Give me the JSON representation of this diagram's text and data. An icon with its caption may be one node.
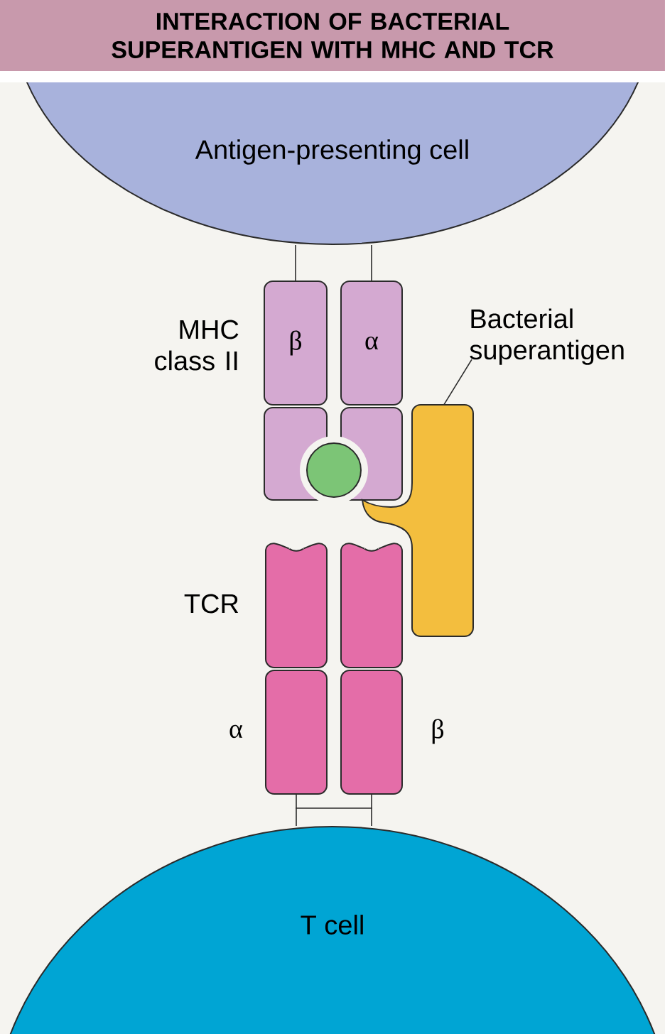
{
  "diagram": {
    "title": "INTERACTION OF BACTERIAL SUPERANTIGEN WITH MHC AND TCR",
    "nodes": [
      {
        "text": [
          "Antigen-presenting cell"
        ]
      },
      {
        "text": [
          "T cell"
        ]
      },
      {
        "text": [
          "β"
        ]
      },
      {
        "text": [
          "α"
        ]
      },
      {
        "text": [],
        "shape": "box"
      },
      {
        "text": [],
        "shape": "box"
      },
      {
        "text": [],
        "shape": "circle"
      },
      {
        "text": [],
        "shape": "box"
      },
      {
        "text": [
          "Bacterial superantigen"
        ]
      },
      {
        "text": [],
        "shape": "box"
      },
      {
        "text": [],
        "shape": "box"
      },
      {
        "text": [],
        "shape": "box"
      },
      {
        "text": [],
        "shape": "box"
      }
    ],
    "edges": [
      {
        "from": 0,
        "to": 2,
        "arrow": "none"
      },
      {
        "from": 0,
        "to": 3,
        "arrow": "none"
      },
      {
        "from": 11,
        "to": 1,
        "arrow": "none"
      },
      {
        "from": 12,
        "to": 1,
        "arrow": "none"
      },
      {
        "from": 8,
        "to": 7,
        "arrow": "none"
      }
    ],
    "labels": [
      "MHC class II",
      "TCR",
      "α",
      "β"
    ]
  }
}
